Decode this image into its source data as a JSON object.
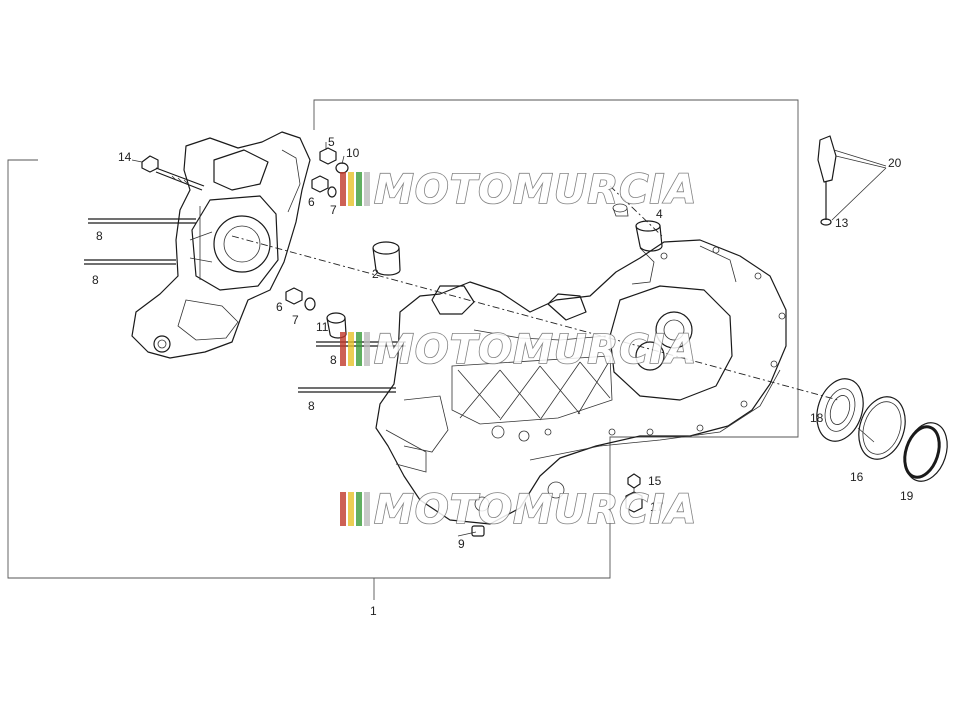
{
  "labels": {
    "p1": "1",
    "p2": "2",
    "p4": "4",
    "p5": "5",
    "p6a": "6",
    "p6b": "6",
    "p7a": "7",
    "p7b": "7",
    "p8a": "8",
    "p8b": "8",
    "p8c": "8",
    "p8d": "8",
    "p9": "9",
    "p10": "10",
    "p11": "11",
    "p13": "13",
    "p14": "14",
    "p15": "15",
    "p16": "16",
    "p17": "17",
    "p18": "18",
    "p19": "19",
    "p20": "20"
  },
  "watermark": {
    "text": "MOTOMURCIA",
    "colors": [
      "#c0392b",
      "#e6c229",
      "#3a9b3a",
      "#bdbdbd"
    ]
  }
}
